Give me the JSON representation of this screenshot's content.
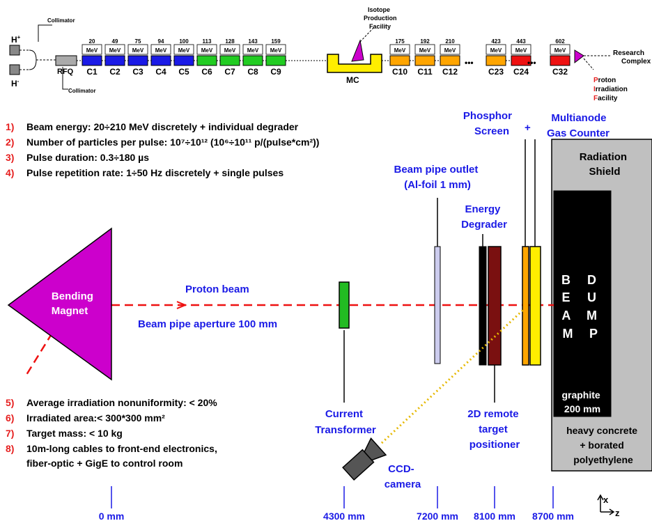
{
  "linac": {
    "h_plus": "H",
    "h_plus_sup": "+",
    "h_minus": "H",
    "h_minus_sup": "-",
    "collimator_top": "Collimator",
    "collimator_bottom": "Collimator",
    "rfq": "RFQ",
    "mc": "MC",
    "mev": "MeV",
    "dots": "•••",
    "isotope_facility": [
      "Isotope",
      "Production",
      "Facility"
    ],
    "research_complex": [
      "Research",
      "Complex"
    ],
    "proton_facility": [
      {
        "initial": "P",
        "rest": "roton"
      },
      {
        "initial": "I",
        "rest": "rradiation"
      },
      {
        "initial": "F",
        "rest": "acility"
      }
    ],
    "cavities": [
      {
        "name": "C1",
        "energy": "20",
        "color": "#1a1ae6"
      },
      {
        "name": "C2",
        "energy": "49",
        "color": "#1a1ae6"
      },
      {
        "name": "C3",
        "energy": "75",
        "color": "#1a1ae6"
      },
      {
        "name": "C4",
        "energy": "94",
        "color": "#1a1ae6"
      },
      {
        "name": "C5",
        "energy": "100",
        "color": "#1a1ae6"
      },
      {
        "name": "C6",
        "energy": "113",
        "color": "#22cc22"
      },
      {
        "name": "C7",
        "energy": "128",
        "color": "#22cc22"
      },
      {
        "name": "C8",
        "energy": "143",
        "color": "#22cc22"
      },
      {
        "name": "C9",
        "energy": "159",
        "color": "#22cc22"
      },
      {
        "name": "C10",
        "energy": "175",
        "color": "#ffa500"
      },
      {
        "name": "C11",
        "energy": "192",
        "color": "#ffa500"
      },
      {
        "name": "C12",
        "energy": "210",
        "color": "#ffa500"
      },
      {
        "name": "C23",
        "energy": "423",
        "color": "#ffa500"
      },
      {
        "name": "C24",
        "energy": "443",
        "color": "#ee1111"
      },
      {
        "name": "C32",
        "energy": "602",
        "color": "#ee1111"
      }
    ]
  },
  "specs_top": [
    {
      "num": "1)",
      "text": "Beam energy: 20÷210 MeV discretely + individual degrader"
    },
    {
      "num": "2)",
      "text": "Number of particles per pulse: 10⁷÷10¹² (10⁶÷10¹¹ p/(pulse*cm²))"
    },
    {
      "num": "3)",
      "text": "Pulse duration: 0.3÷180 µs"
    },
    {
      "num": "4)",
      "text": "Pulse repetition rate: 1÷50 Hz discretely + single pulses"
    }
  ],
  "specs_bottom": [
    {
      "num": "5)",
      "text": "Average irradiation nonuniformity: < 20%"
    },
    {
      "num": "6)",
      "text": "Irradiated area:< 300*300 mm²"
    },
    {
      "num": "7)",
      "text": "Target mass: < 10 kg"
    },
    {
      "num": "8)",
      "text": "10m-long cables to front-end electronics,"
    },
    {
      "num": "",
      "text": "fiber-optic + GigE to control room"
    }
  ],
  "labels": {
    "bending_magnet": [
      "Bending",
      "Magnet"
    ],
    "proton_beam": "Proton beam",
    "beam_pipe_aperture": "Beam pipe aperture 100 mm",
    "beam_pipe_outlet": [
      "Beam pipe outlet",
      "(Al-foil 1 mm)"
    ],
    "energy_degrader": [
      "Energy",
      "Degrader"
    ],
    "phosphor_screen": [
      "Phosphor",
      "Screen"
    ],
    "plus": "+",
    "multianode": [
      "Multianode",
      "Gas Counter"
    ],
    "radiation_shield": [
      "Radiation",
      "Shield"
    ],
    "beam_dump_left": [
      "B",
      "E",
      "A",
      "M"
    ],
    "beam_dump_right": [
      "D",
      "U",
      "M",
      "P"
    ],
    "graphite": [
      "graphite",
      "200 mm"
    ],
    "concrete": [
      "heavy concrete",
      "+ borated",
      "polyethylene"
    ],
    "current_transformer": [
      "Current",
      "Transformer"
    ],
    "target_positioner": [
      "2D remote",
      "target",
      "positioner"
    ],
    "ccd_camera": [
      "CCD-",
      "camera"
    ],
    "axis_x": "x",
    "axis_z": "z"
  },
  "positions_axis": [
    "0 mm",
    "4300 mm",
    "7200 mm",
    "8100 mm",
    "8700 mm"
  ],
  "colors": {
    "label_blue": "#1a1ae6",
    "number_red": "#e61e1e",
    "magnet": "#cc00cc",
    "beam_line": "#ee1111",
    "transformer": "#22bb22",
    "foil": "#ccccee",
    "degrader_red": "#7a1010",
    "phosphor": "#ffa500",
    "gas_counter": "#ffee00",
    "shield": "#c0c0c0",
    "dump": "#000000",
    "camera": "#555555",
    "mc": "#ffee00"
  }
}
